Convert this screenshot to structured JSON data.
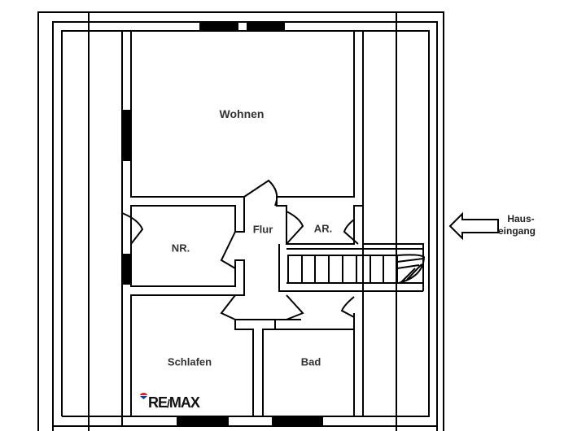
{
  "rooms": {
    "wohnen": "Wohnen",
    "flur": "Flur",
    "ar": "AR.",
    "nr": "NR.",
    "schlafen": "Schlafen",
    "bad": "Bad"
  },
  "entrance": {
    "line1": "Haus-",
    "line2": "eingang",
    "icon": "arrow-left-icon"
  },
  "logo": {
    "text": "RE/MAX",
    "colors": {
      "red": "#dc1c2e",
      "blue": "#003da5"
    }
  }
}
